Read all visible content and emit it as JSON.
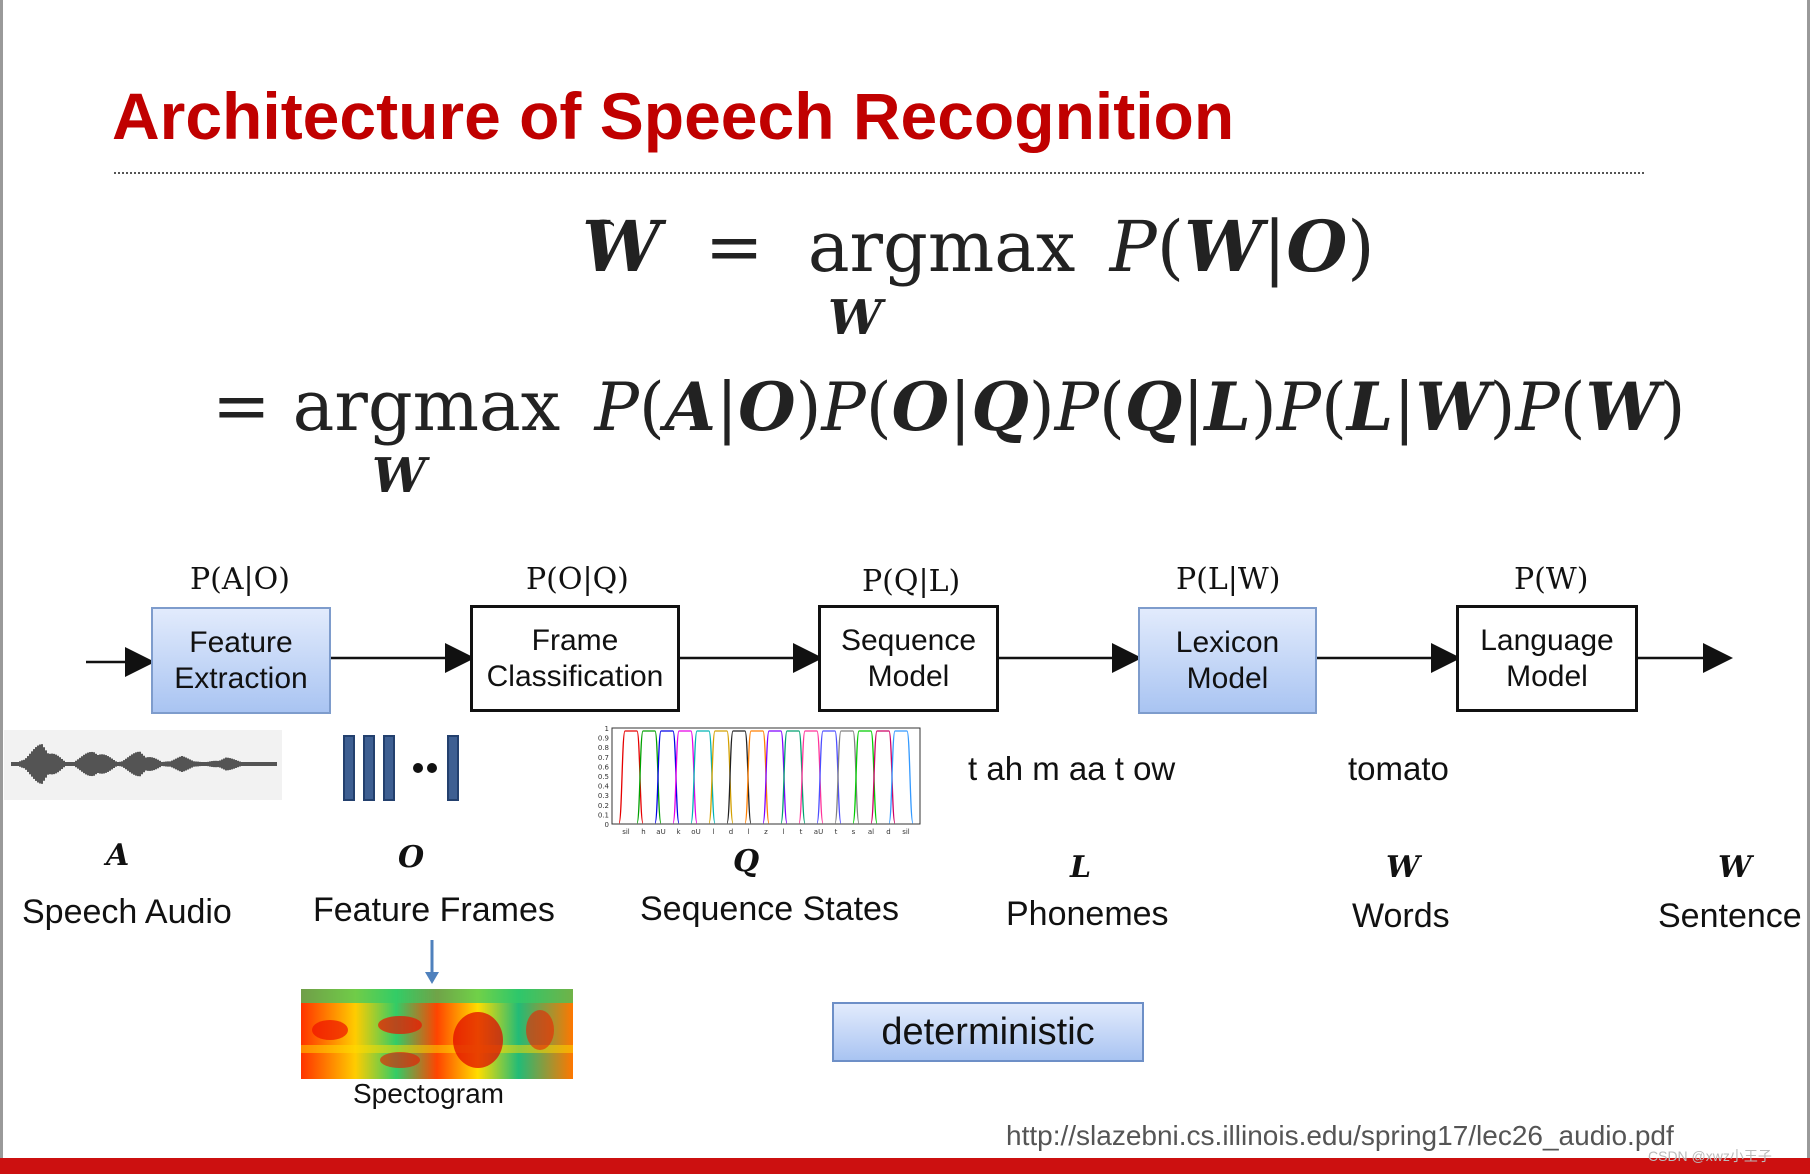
{
  "title": "Architecture of Speech Recognition",
  "equation": {
    "line1": {
      "lhs": "W",
      "equals": "=",
      "op": "argmax",
      "sub": "W",
      "P": "P",
      "arg_open": "(",
      "arg_a": "W",
      "bar": "|",
      "arg_b": "O",
      "arg_close": ")"
    },
    "line2": {
      "equals": "=",
      "op": "argmax",
      "sub": "W",
      "terms": [
        {
          "P": "P",
          "a": "A",
          "b": "O"
        },
        {
          "P": "P",
          "a": "O",
          "b": "Q"
        },
        {
          "P": "P",
          "a": "Q",
          "b": "L"
        },
        {
          "P": "P",
          "a": "L",
          "b": "W"
        },
        {
          "P": "P",
          "a": "W",
          "b": ""
        }
      ]
    }
  },
  "pipeline": {
    "boxes": [
      {
        "label": "Feature\nExtraction",
        "prob": "P(A|O)",
        "style": "blue"
      },
      {
        "label": "Frame\nClassification",
        "prob": "P(O|Q)",
        "style": "white"
      },
      {
        "label": "Sequence\nModel",
        "prob": "P(Q|L)",
        "style": "white"
      },
      {
        "label": "Lexicon\nModel",
        "prob": "P(L|W)",
        "style": "blue"
      },
      {
        "label": "Language\nModel",
        "prob": "P(W)",
        "style": "white"
      }
    ]
  },
  "samples": {
    "phonemes_text": "t ah m aa t ow",
    "word_text": "tomato",
    "state_plot_xlabels": [
      "sil",
      "h",
      "aU",
      "k",
      "oU",
      "l",
      "d",
      "l",
      "z",
      "l",
      "t",
      "aU",
      "t",
      "s",
      "al",
      "d",
      "sil"
    ],
    "state_plot_ylabels": [
      "1",
      "0.9",
      "0.8",
      "0.7",
      "0.6",
      "0.5",
      "0.4",
      "0.3",
      "0.2",
      "0.1",
      "0"
    ]
  },
  "variables": [
    {
      "symbol": "A",
      "label": "Speech Audio"
    },
    {
      "symbol": "O",
      "label": "Feature Frames"
    },
    {
      "symbol": "Q",
      "label": "Sequence States"
    },
    {
      "symbol": "L",
      "label": "Phonemes"
    },
    {
      "symbol": "W",
      "label": "Words"
    },
    {
      "symbol": "W",
      "label": "Sentence"
    }
  ],
  "spectrogram_label": "Spectogram",
  "deterministic_label": "deterministic",
  "source_url": "http://slazebni.cs.illinois.edu/spring17/lec26_audio.pdf",
  "watermark": "CSDN @xwz小王子",
  "colors": {
    "title": "#c00000",
    "bottom_bar": "#cc1010",
    "box_blue_top": "#e2ebfc",
    "box_blue_bottom": "#a9c4f2",
    "frame_bar": "#3e5f92",
    "down_arrow": "#4f81bd"
  }
}
